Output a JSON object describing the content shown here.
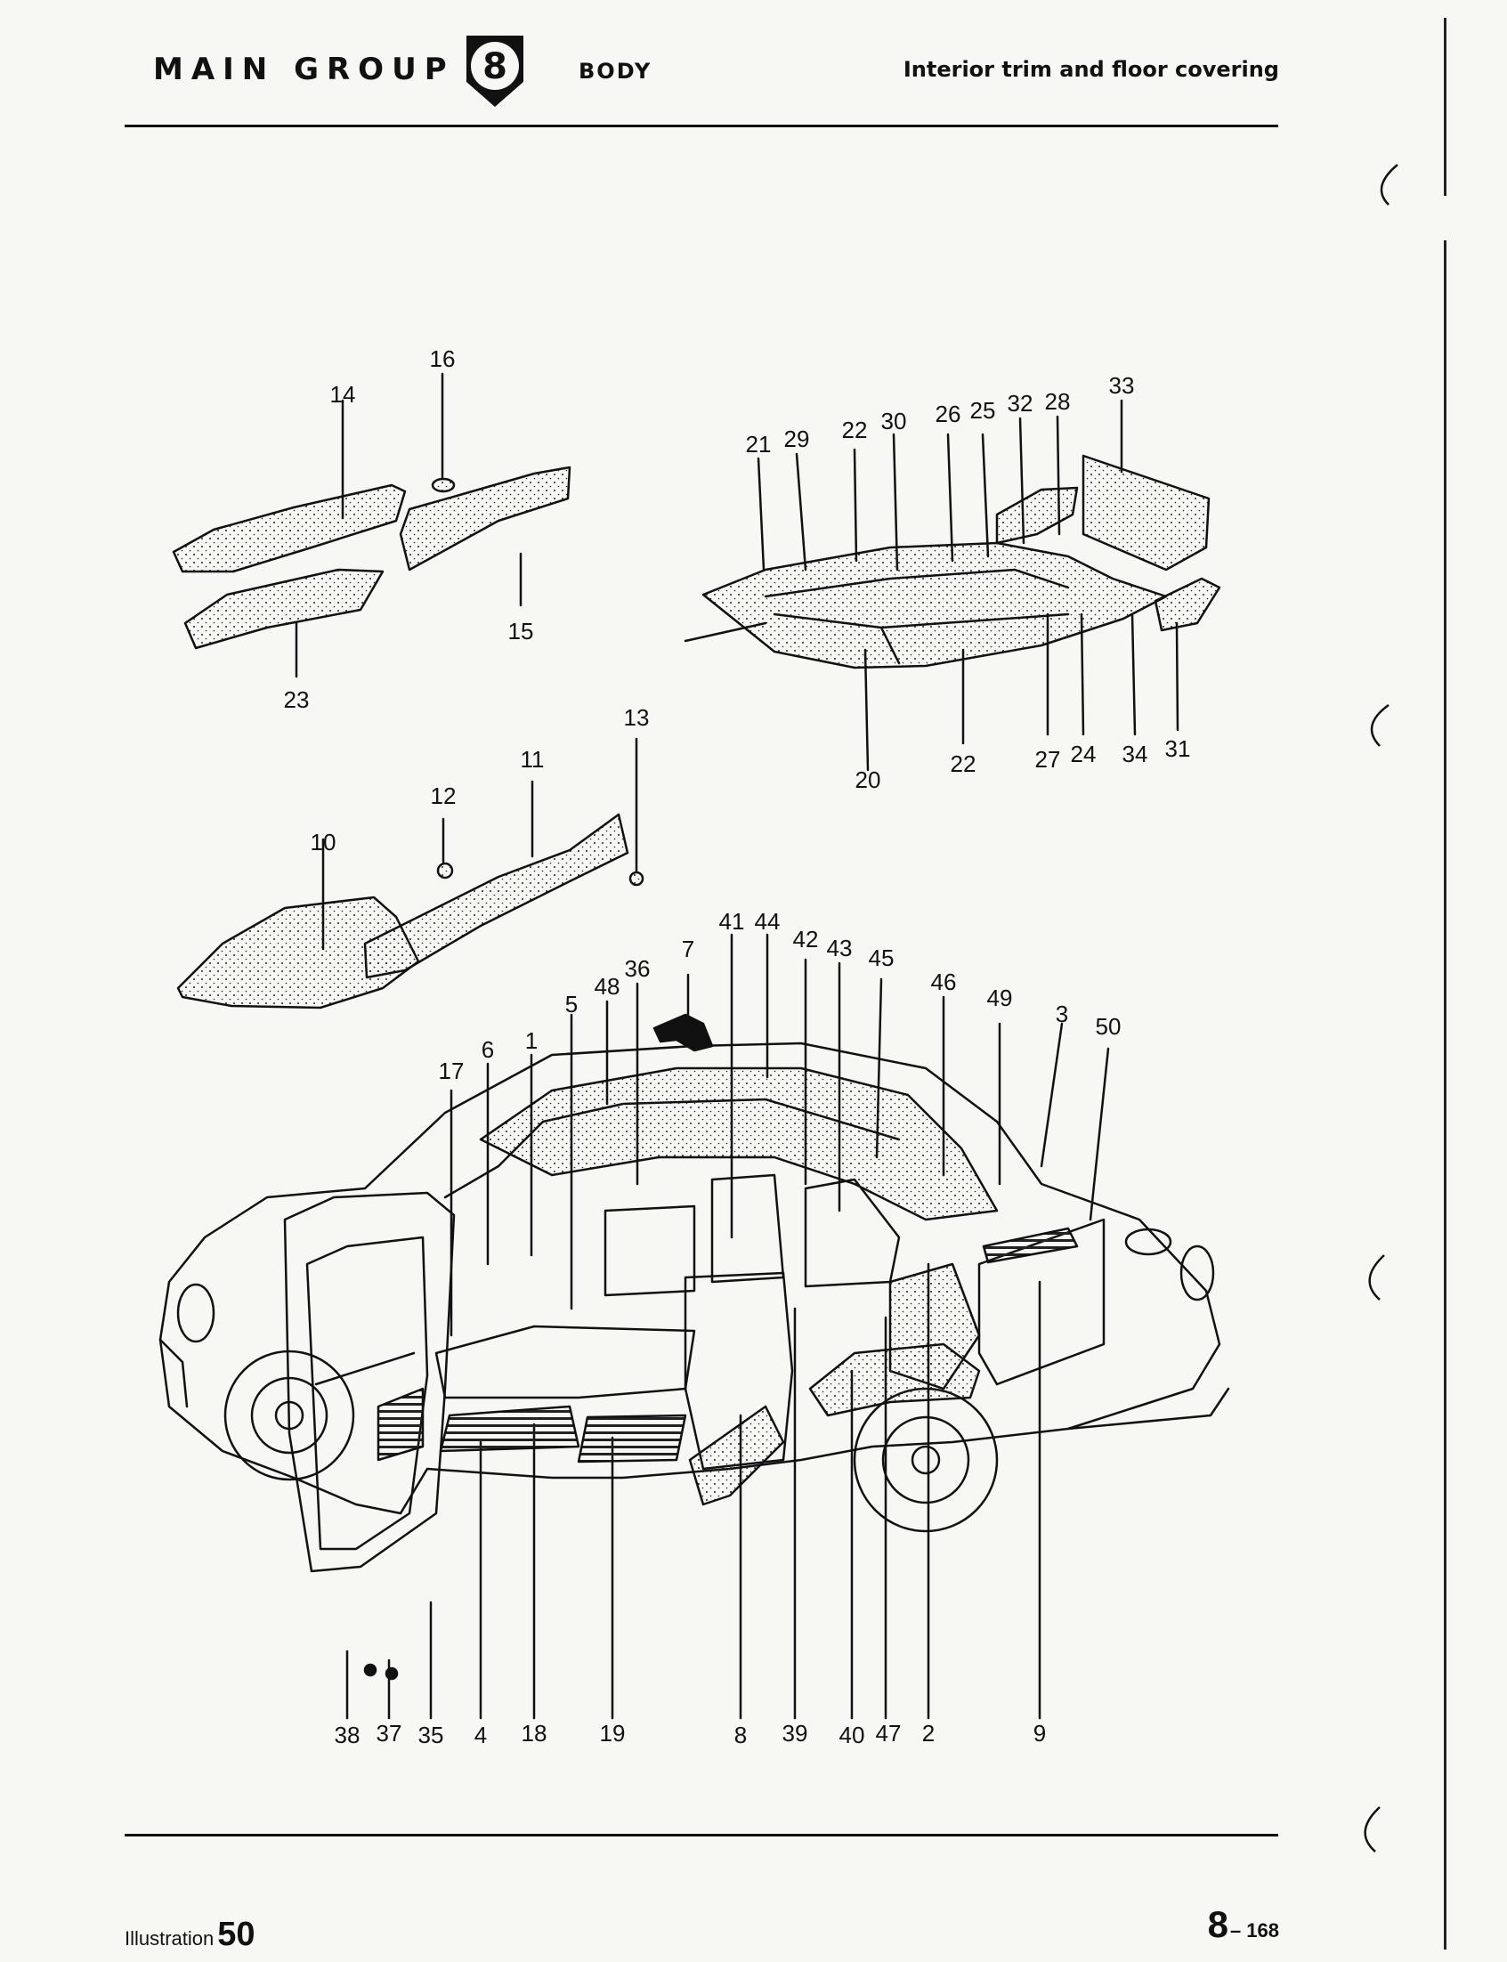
{
  "header": {
    "group_label": "MAIN GROUP",
    "group_number": "8",
    "section": "BODY",
    "subsection": "Interior trim and floor covering"
  },
  "callouts": {
    "c1": "1",
    "c2": "2",
    "c3": "3",
    "c4": "4",
    "c5": "5",
    "c6": "6",
    "c7": "7",
    "c8": "8",
    "c9": "9",
    "c10": "10",
    "c11": "11",
    "c12": "12",
    "c13": "13",
    "c14": "14",
    "c15": "15",
    "c16": "16",
    "c17": "17",
    "c18": "18",
    "c19": "19",
    "c20": "20",
    "c21": "21",
    "c22": "22",
    "c23": "23",
    "c24": "24",
    "c25": "25",
    "c26": "26",
    "c27": "27",
    "c28": "28",
    "c29": "29",
    "c30": "30",
    "c31": "31",
    "c32": "32",
    "c33": "33",
    "c34": "34",
    "c35": "35",
    "c36": "36",
    "c37": "37",
    "c38": "38",
    "c39": "39",
    "c40": "40",
    "c41": "41",
    "c42": "42",
    "c43": "43",
    "c44": "44",
    "c45": "45",
    "c46": "46",
    "c47": "47",
    "c48": "48",
    "c49": "49",
    "c50": "50"
  },
  "footer": {
    "illustration_label": "Illustration",
    "illustration_number": "50",
    "page_main": "8",
    "page_sub": "– 168"
  }
}
